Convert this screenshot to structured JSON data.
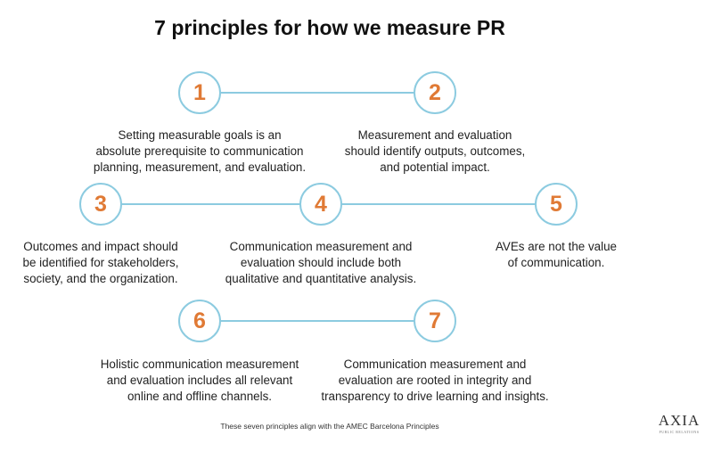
{
  "title": "7 principles for how we measure PR",
  "colors": {
    "circle_border": "#8ccbe0",
    "number": "#e07a35"
  },
  "principles": [
    {
      "number": "1",
      "lines": [
        "Setting measurable goals is an",
        "absolute prerequisite to communication",
        "planning, measurement, and evaluation."
      ]
    },
    {
      "number": "2",
      "lines": [
        "Measurement and evaluation",
        "should identify outputs, outcomes,",
        "and potential impact."
      ]
    },
    {
      "number": "3",
      "lines": [
        "Outcomes and impact should",
        "be identified for stakeholders,",
        "society, and the organization."
      ]
    },
    {
      "number": "4",
      "lines": [
        "Communication measurement and",
        "evaluation should include both",
        "qualitative and quantitative analysis."
      ]
    },
    {
      "number": "5",
      "lines": [
        "AVEs are not the value",
        "of communication."
      ]
    },
    {
      "number": "6",
      "lines": [
        "Holistic communication measurement",
        "and evaluation includes all relevant",
        "online and offline channels."
      ]
    },
    {
      "number": "7",
      "lines": [
        "Communication measurement and",
        "evaluation are rooted in integrity and",
        "transparency to drive learning and insights."
      ]
    }
  ],
  "footer": "These seven principles align with the AMEC Barcelona Principles",
  "logo": {
    "name": "AXIA",
    "tagline": "PUBLIC RELATIONS"
  }
}
